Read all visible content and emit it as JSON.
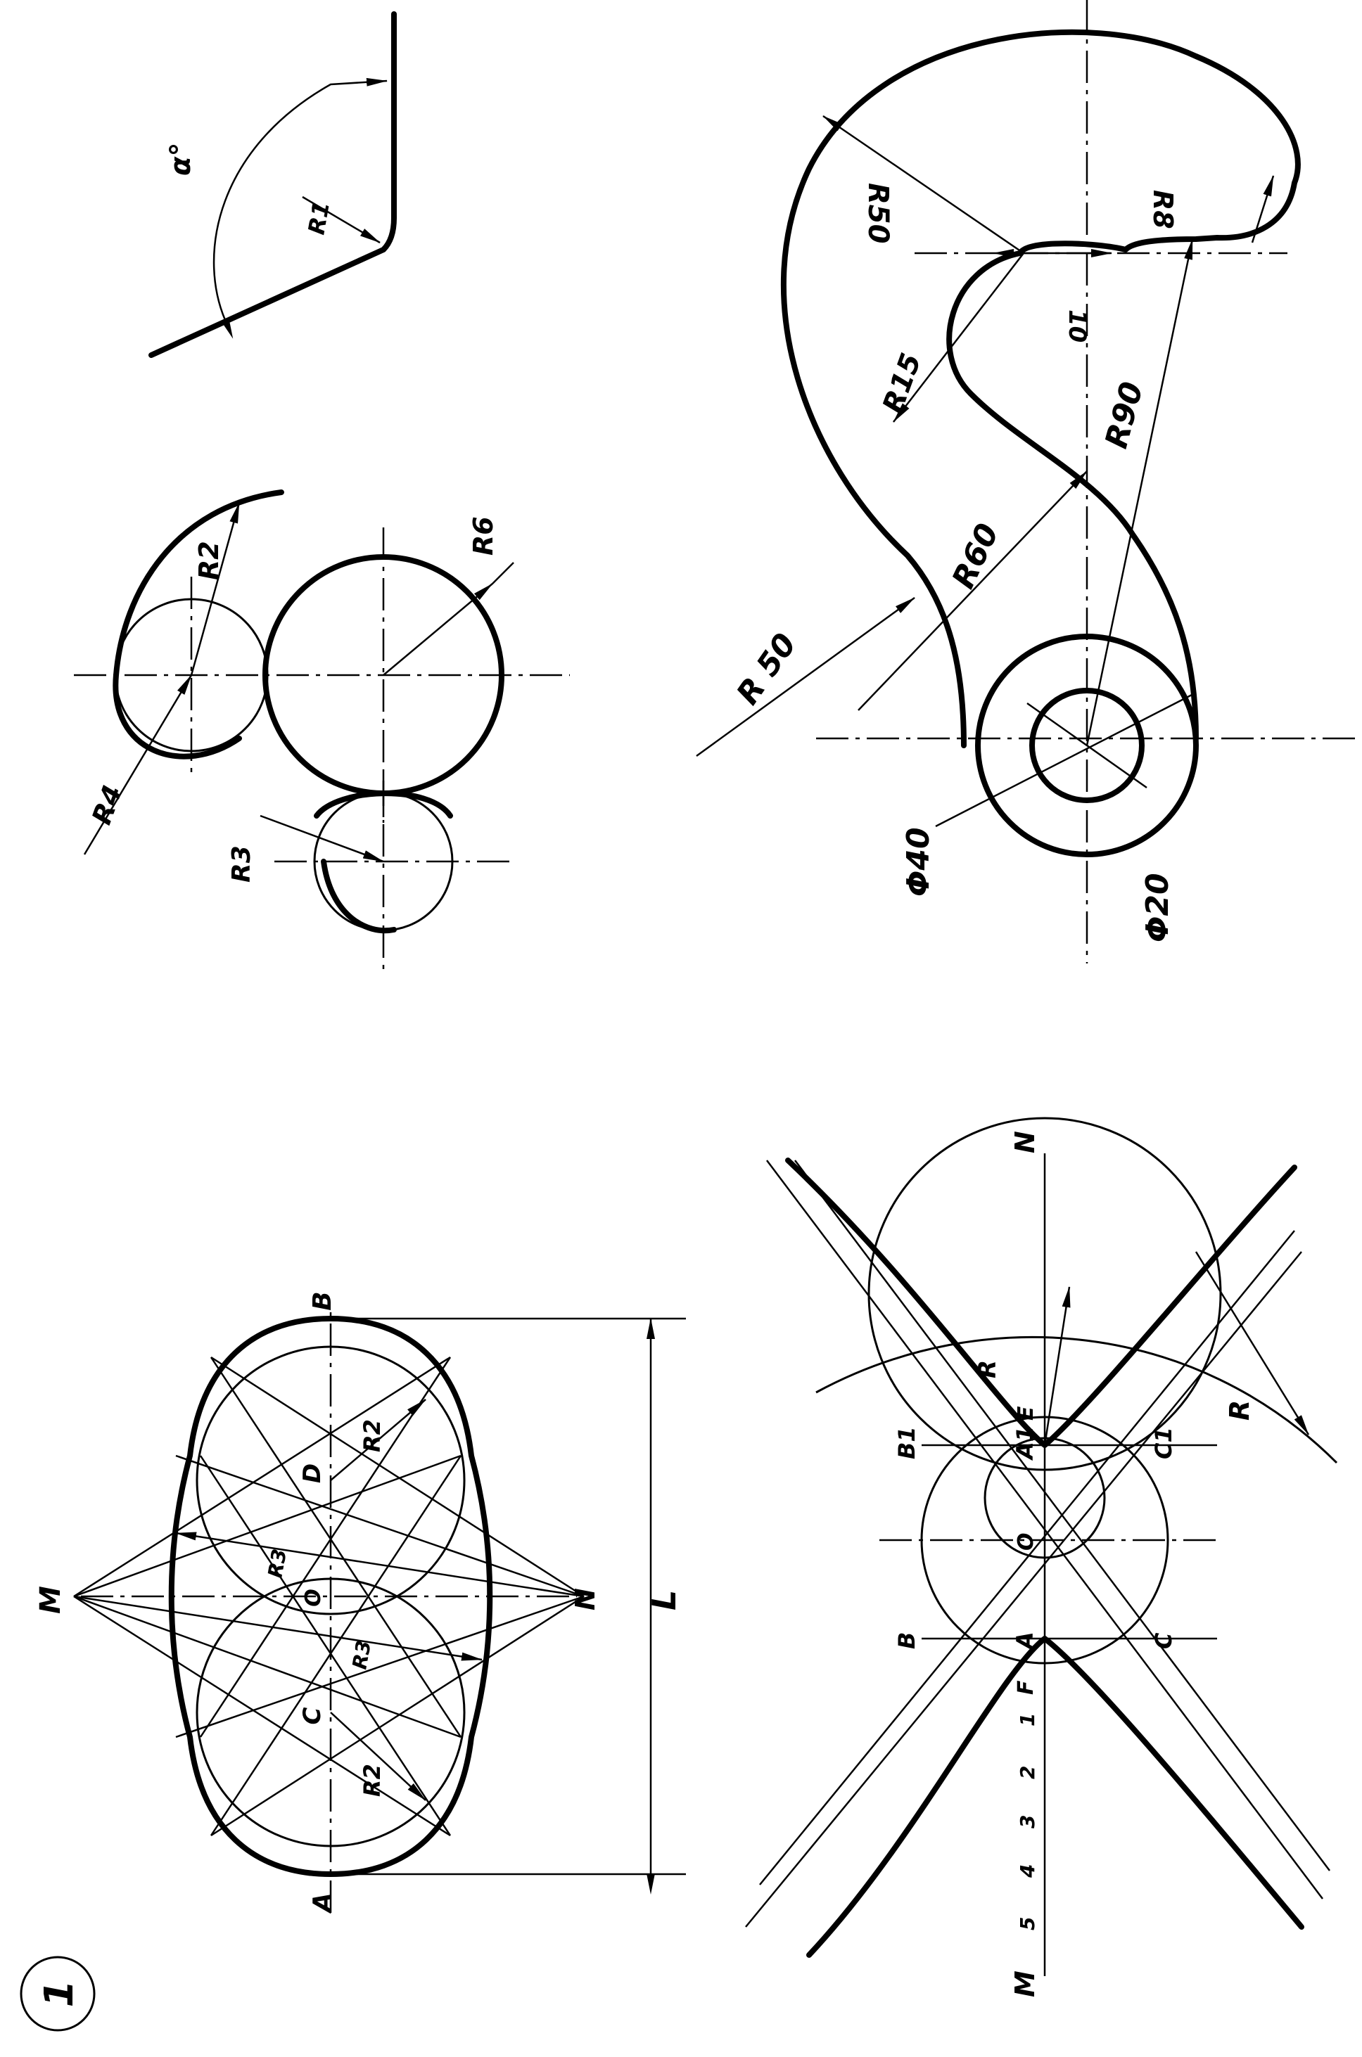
{
  "sheet": {
    "number": "1",
    "colors": {
      "ink": "#000000",
      "paper": "#ffffff"
    }
  },
  "ellipse_construction": {
    "points": {
      "A": "A",
      "B": "B",
      "C": "C",
      "D": "D",
      "O": "O",
      "M": "M",
      "N": "N"
    },
    "dimension": "L",
    "radii": {
      "r2_left": "R2",
      "r2_right": "R2",
      "r3_upper": "R3",
      "r3_lower": "R3"
    }
  },
  "hyperbola_construction": {
    "axis_ends": {
      "M": "M",
      "N": "N"
    },
    "points": {
      "A": "A",
      "A1": "A1",
      "B": "B",
      "B1": "B1",
      "C": "C",
      "C1": "C1",
      "O": "O",
      "F": "F",
      "E": "E"
    },
    "divisions": [
      "1",
      "2",
      "3",
      "4",
      "5"
    ],
    "radii": {
      "small": "R",
      "large": "R"
    }
  },
  "circle_conjugation": {
    "radii": {
      "r4": "R4",
      "r2": "R2",
      "r6": "R6",
      "r3": "R3"
    }
  },
  "angle_conjugation": {
    "angle": "α°",
    "radius": "R1"
  },
  "hook_part": {
    "dims": {
      "r50_top": "R50",
      "r8": "R8",
      "r15": "R15",
      "offset_10": "10",
      "r90": "R90",
      "r60": "R60",
      "r50_left": "R 50",
      "d40": "Φ40",
      "d20": "Φ20"
    }
  }
}
